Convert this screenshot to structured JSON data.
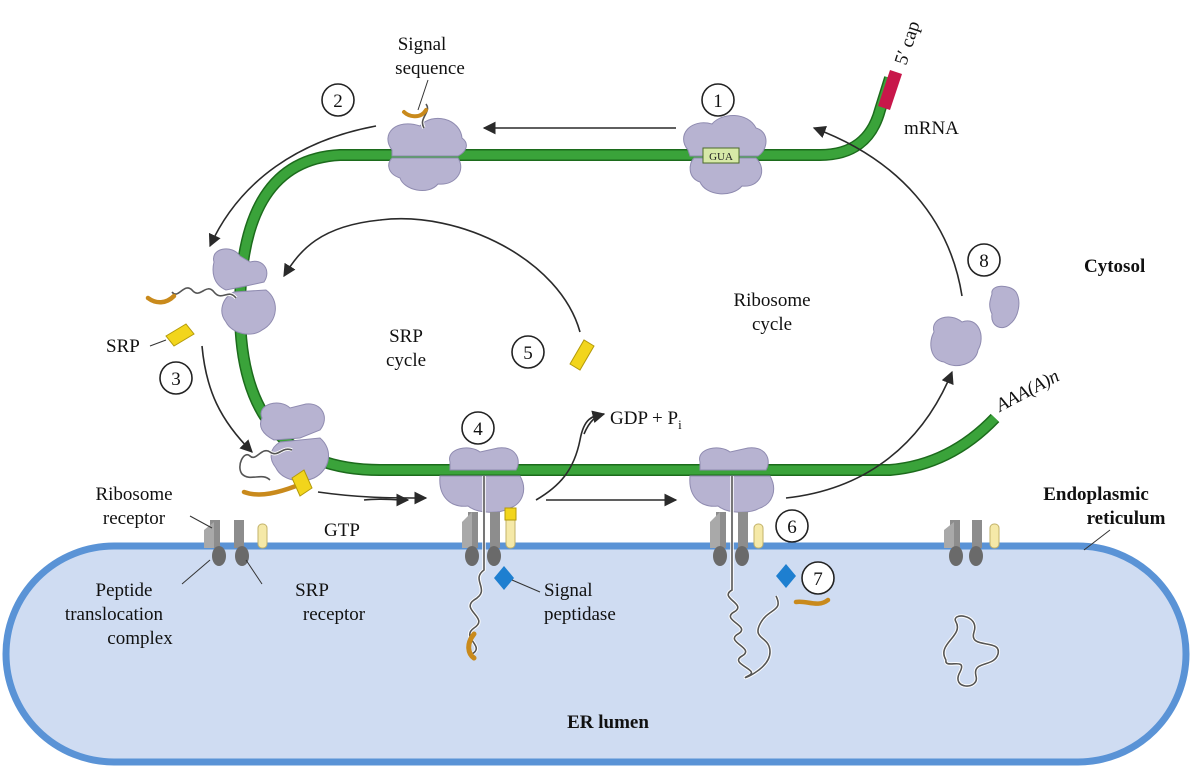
{
  "labels": {
    "signal_sequence_1": "Signal",
    "signal_sequence_2": "sequence",
    "cap": "5′ cap",
    "mrna": "mRNA",
    "codon": "GUA",
    "cytosol": "Cytosol",
    "ribosome_cycle_1": "Ribosome",
    "ribosome_cycle_2": "cycle",
    "srp_cycle_1": "SRP",
    "srp_cycle_2": "cycle",
    "srp": "SRP",
    "polya": "AAA(A)n",
    "gdp": "GDP + P",
    "gdp_sub": "i",
    "gtp": "GTP",
    "ribosome_receptor_1": "Ribosome",
    "ribosome_receptor_2": "receptor",
    "ptc_1": "Peptide",
    "ptc_2": "translocation",
    "ptc_3": "complex",
    "srp_receptor_1": "SRP",
    "srp_receptor_2": "receptor",
    "signal_peptidase_1": "Signal",
    "signal_peptidase_2": "peptidase",
    "er_1": "Endoplasmic",
    "er_2": "reticulum",
    "er_lumen": "ER lumen"
  },
  "steps": [
    "1",
    "2",
    "3",
    "4",
    "5",
    "6",
    "7",
    "8"
  ],
  "colors": {
    "mrna": "#3aa33a",
    "cap": "#c8174a",
    "ribosome": "#b7b3d1",
    "srp": "#f2d51c",
    "signal_peptide": "#c98a1c",
    "er_fill": "#cfdcf2",
    "er_border": "#5a93d6",
    "peptidase": "#1e7fd0"
  }
}
